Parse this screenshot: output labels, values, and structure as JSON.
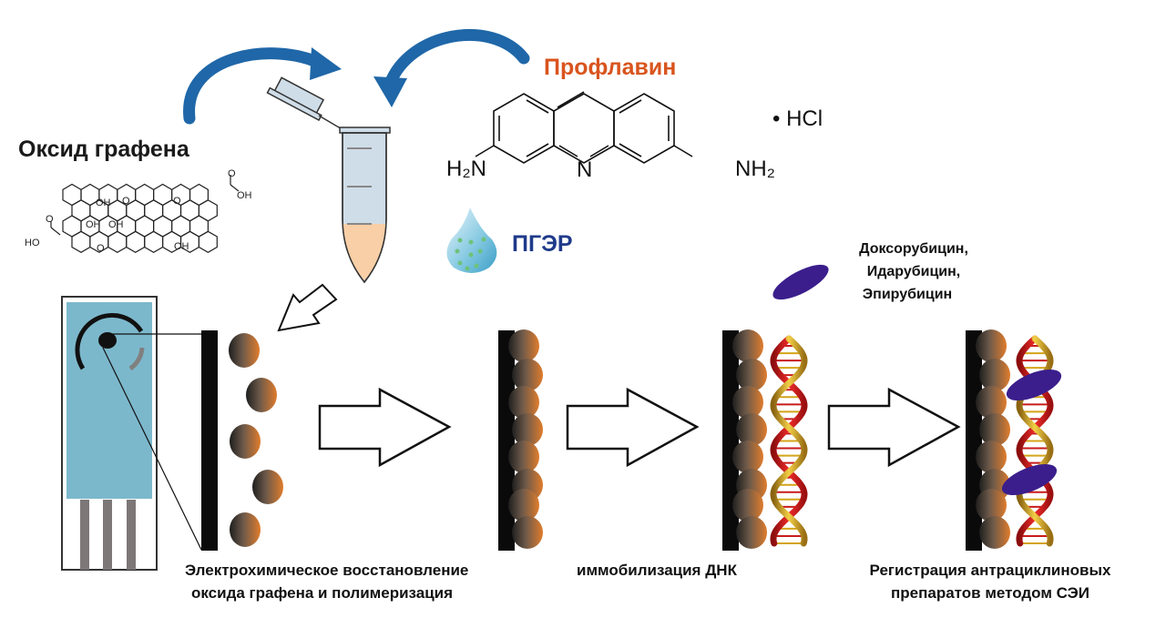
{
  "title_graphene_oxide": "Оксид графена",
  "title_proflavine": "Профлавин",
  "pger_label": "ПГЭР",
  "proflavine": {
    "left_amine": "H₂N",
    "right_amine": "NH₂",
    "ring_nitrogen": "N",
    "salt": "• HCl"
  },
  "graphene_oxide_groups": {
    "oh": "OH",
    "o": "O",
    "ho": "HO"
  },
  "drugs": {
    "line1": "Доксорубицин,",
    "line2": "Идарубицин,",
    "line3": "Эпирубицин"
  },
  "steps": [
    {
      "line1": "Электрохимическое восстановление",
      "line2": "оксида графена и полимеризация"
    },
    {
      "line1": "иммобилизация ДНК",
      "line2": ""
    },
    {
      "line1": "Регистрация антрациклиновых",
      "line2": "препаратов методом СЭИ"
    }
  ],
  "colors": {
    "proflavine_title": "#d9541e",
    "pger": "#1f3a8a",
    "curved_arrow": "#1f67a8",
    "electrode_body": "#7cb8cc",
    "sphere_orange": "#d97a2b",
    "sphere_dark": "#3a3a3a",
    "drug_ellipse": "#3b1e8c",
    "dna_red": "#d81e1e",
    "dna_gold": "#d4a418",
    "tube_liquid": "#f8cfa6",
    "tube_body": "#cfdde8"
  }
}
